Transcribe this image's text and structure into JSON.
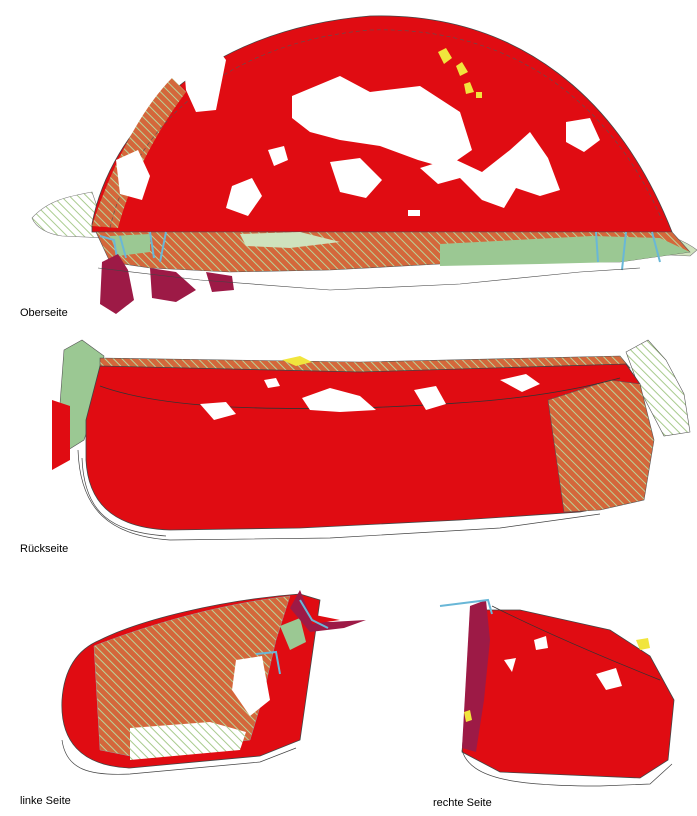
{
  "views": [
    {
      "id": "top",
      "label": "Oberseite"
    },
    {
      "id": "back",
      "label": "Rückseite"
    },
    {
      "id": "left",
      "label": "linke Seite"
    },
    {
      "id": "right",
      "label": "rechte Seite"
    }
  ],
  "legend_colors": {
    "red_area": "#e00c12",
    "hatched_area": "#d8693a",
    "green_area": "#9bc893",
    "light_green_area": "#dbe8c8",
    "purple_area": "#9d1a46",
    "cyan_lines": "#69b7d7",
    "yellow_spots": "#f1e53d",
    "outline": "#333333"
  }
}
